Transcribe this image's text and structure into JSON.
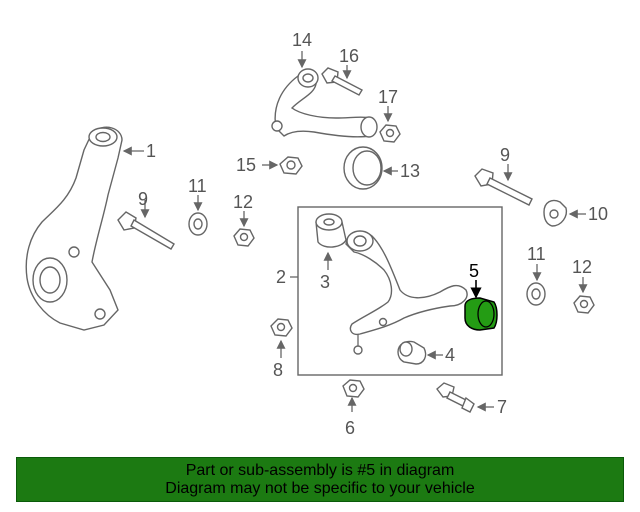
{
  "highlight_color": "#249c14",
  "banner": {
    "line1": "Part or sub-assembly is #5 in diagram",
    "line2": "Diagram may not be specific to your vehicle",
    "background": "#1c7a12"
  },
  "callouts": {
    "c1": "1",
    "c2": "2",
    "c3": "3",
    "c4": "4",
    "c5": "5",
    "c6": "6",
    "c7": "7",
    "c8": "8",
    "c9a": "9",
    "c9b": "9",
    "c10": "10",
    "c11a": "11",
    "c11b": "11",
    "c12a": "12",
    "c12b": "12",
    "c13": "13",
    "c14": "14",
    "c15": "15",
    "c16": "16",
    "c17": "17"
  }
}
